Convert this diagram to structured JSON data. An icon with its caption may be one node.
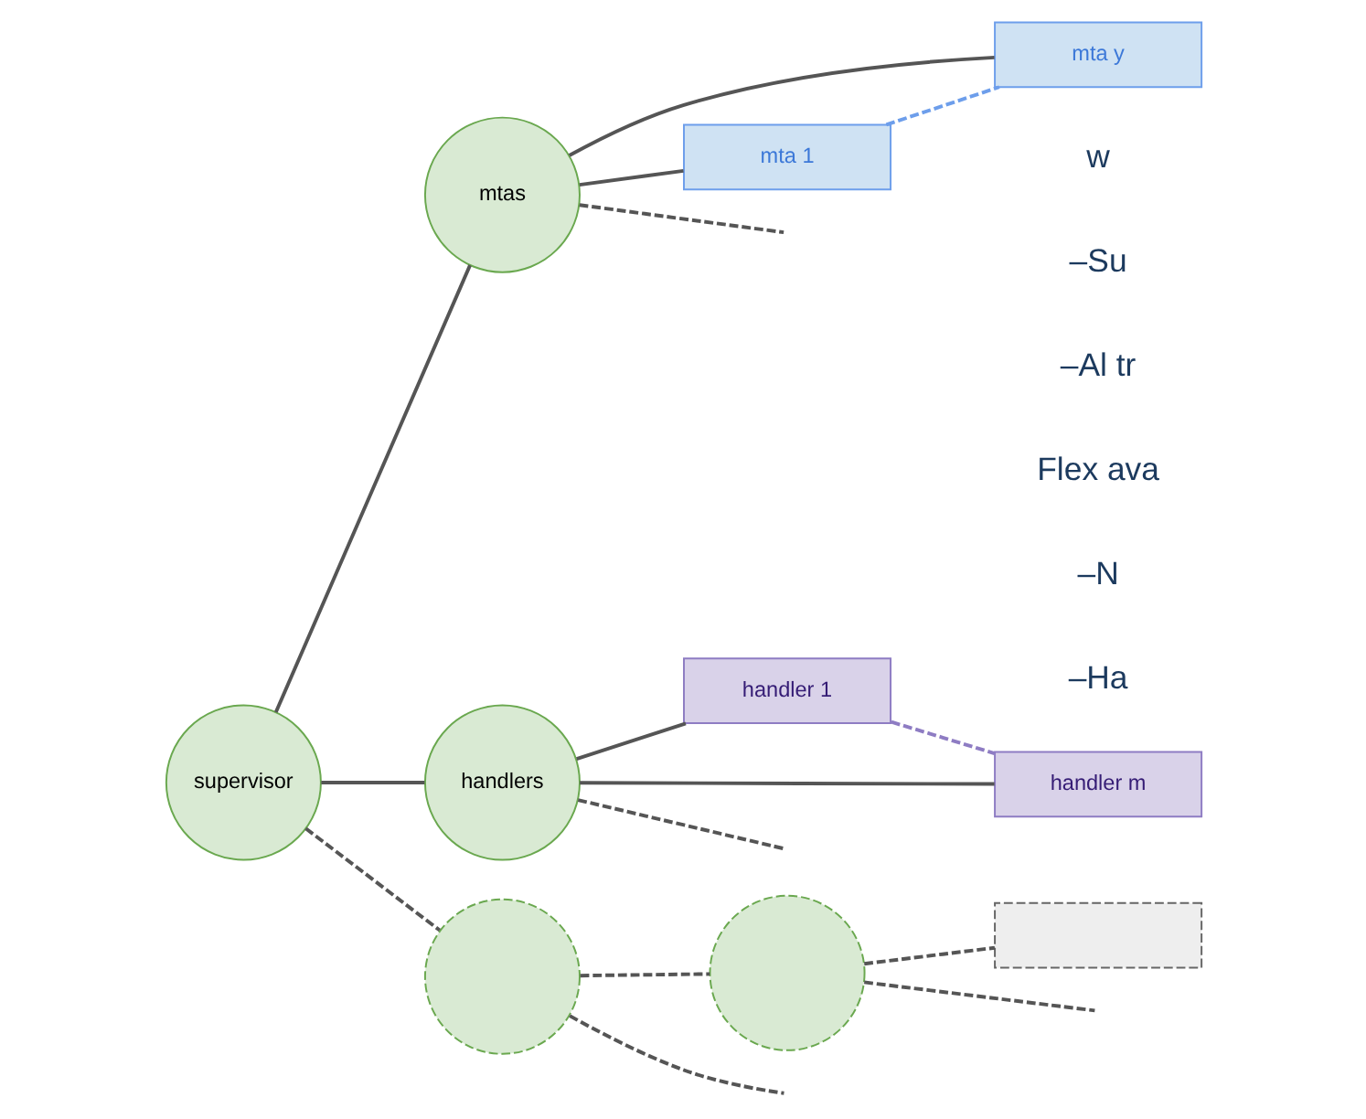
{
  "diagram": {
    "nodes": [
      {
        "text": [
          "supervisor"
        ]
      },
      {
        "text": [
          "mtas"
        ]
      },
      {
        "text": [
          "handlers"
        ]
      },
      {
        "text": [],
        "shape": "circle"
      },
      {
        "text": [],
        "shape": "circle"
      },
      {
        "text": [
          "mta 1"
        ]
      },
      {
        "text": [
          "mta y"
        ]
      },
      {
        "text": [
          "handler 1"
        ]
      },
      {
        "text": [
          "handler m"
        ]
      },
      {
        "text": [],
        "shape": "box"
      }
    ],
    "edges": [
      {
        "from": 0,
        "to": 1,
        "arrow": "none"
      },
      {
        "from": 0,
        "to": 2,
        "arrow": "none"
      },
      {
        "from": 0,
        "to": 3,
        "arrow": "none",
        "style": "dashed"
      },
      {
        "from": 1,
        "to": 5,
        "arrow": "none"
      },
      {
        "from": 1,
        "to": 6,
        "arrow": "none"
      },
      {
        "from": 1,
        "to": null,
        "arrow": "none",
        "style": "dashed"
      },
      {
        "from": 5,
        "to": 6,
        "arrow": "none",
        "style": "dashed",
        "color": "#6d9eeb"
      },
      {
        "from": 2,
        "to": 7,
        "arrow": "none"
      },
      {
        "from": 2,
        "to": 8,
        "arrow": "none"
      },
      {
        "from": 2,
        "to": null,
        "arrow": "none",
        "style": "dashed"
      },
      {
        "from": 7,
        "to": 8,
        "arrow": "none",
        "style": "dashed",
        "color": "#8e7cc3"
      },
      {
        "from": 3,
        "to": 4,
        "arrow": "none",
        "style": "dashed"
      },
      {
        "from": 4,
        "to": 9,
        "arrow": "none",
        "style": "dashed"
      },
      {
        "from": 4,
        "to": null,
        "arrow": "none",
        "style": "dashed"
      },
      {
        "from": 3,
        "to": null,
        "arrow": "none",
        "style": "dashed"
      }
    ],
    "labels": [
      "w",
      "–Su",
      "–Al tr",
      "Flex ava",
      "–N",
      "–Ha"
    ]
  }
}
